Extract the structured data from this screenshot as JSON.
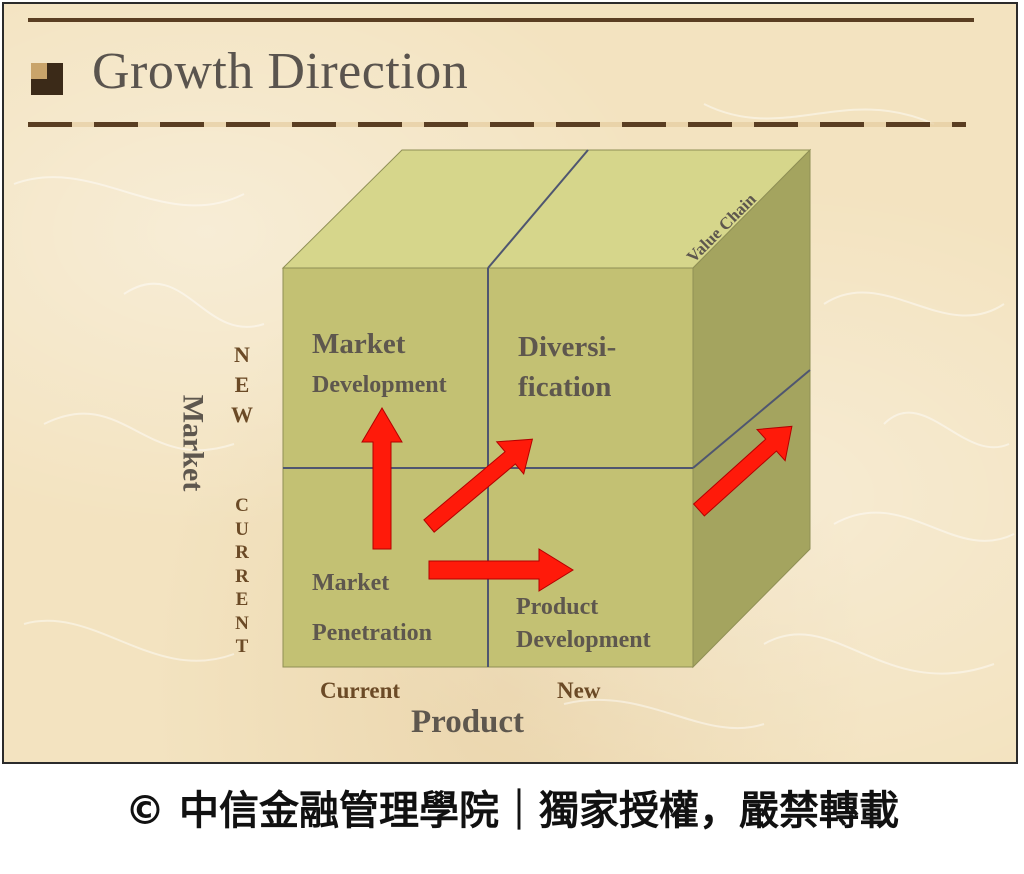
{
  "slide": {
    "title": "Growth Direction",
    "colors": {
      "rule": "#5a3e22",
      "cube_front": "#c3c173",
      "cube_top": "#d6d68b",
      "cube_side": "#a4a45f",
      "arrow": "#ff0000"
    }
  },
  "diagram": {
    "quadrants": {
      "top_left": [
        "Market",
        "Development"
      ],
      "top_right": [
        "Diversi-",
        "fication"
      ],
      "bottom_left": [
        "Market",
        "Penetration"
      ],
      "bottom_right": [
        "Product",
        "Development"
      ]
    },
    "side_label": "Value Chain",
    "y_axis": {
      "title": "Market",
      "upper": "NEW",
      "lower": "CURRENT"
    },
    "x_axis": {
      "title": "Product",
      "left": "Current",
      "right": "New"
    },
    "icons": [
      "title-bullet-icon",
      "arrow-up-icon",
      "arrow-diagonal-icon",
      "arrow-right-icon",
      "arrow-side-icon"
    ]
  },
  "footer": {
    "copyright": "© 中信金融管理學院｜獨家授權，嚴禁轉載"
  }
}
